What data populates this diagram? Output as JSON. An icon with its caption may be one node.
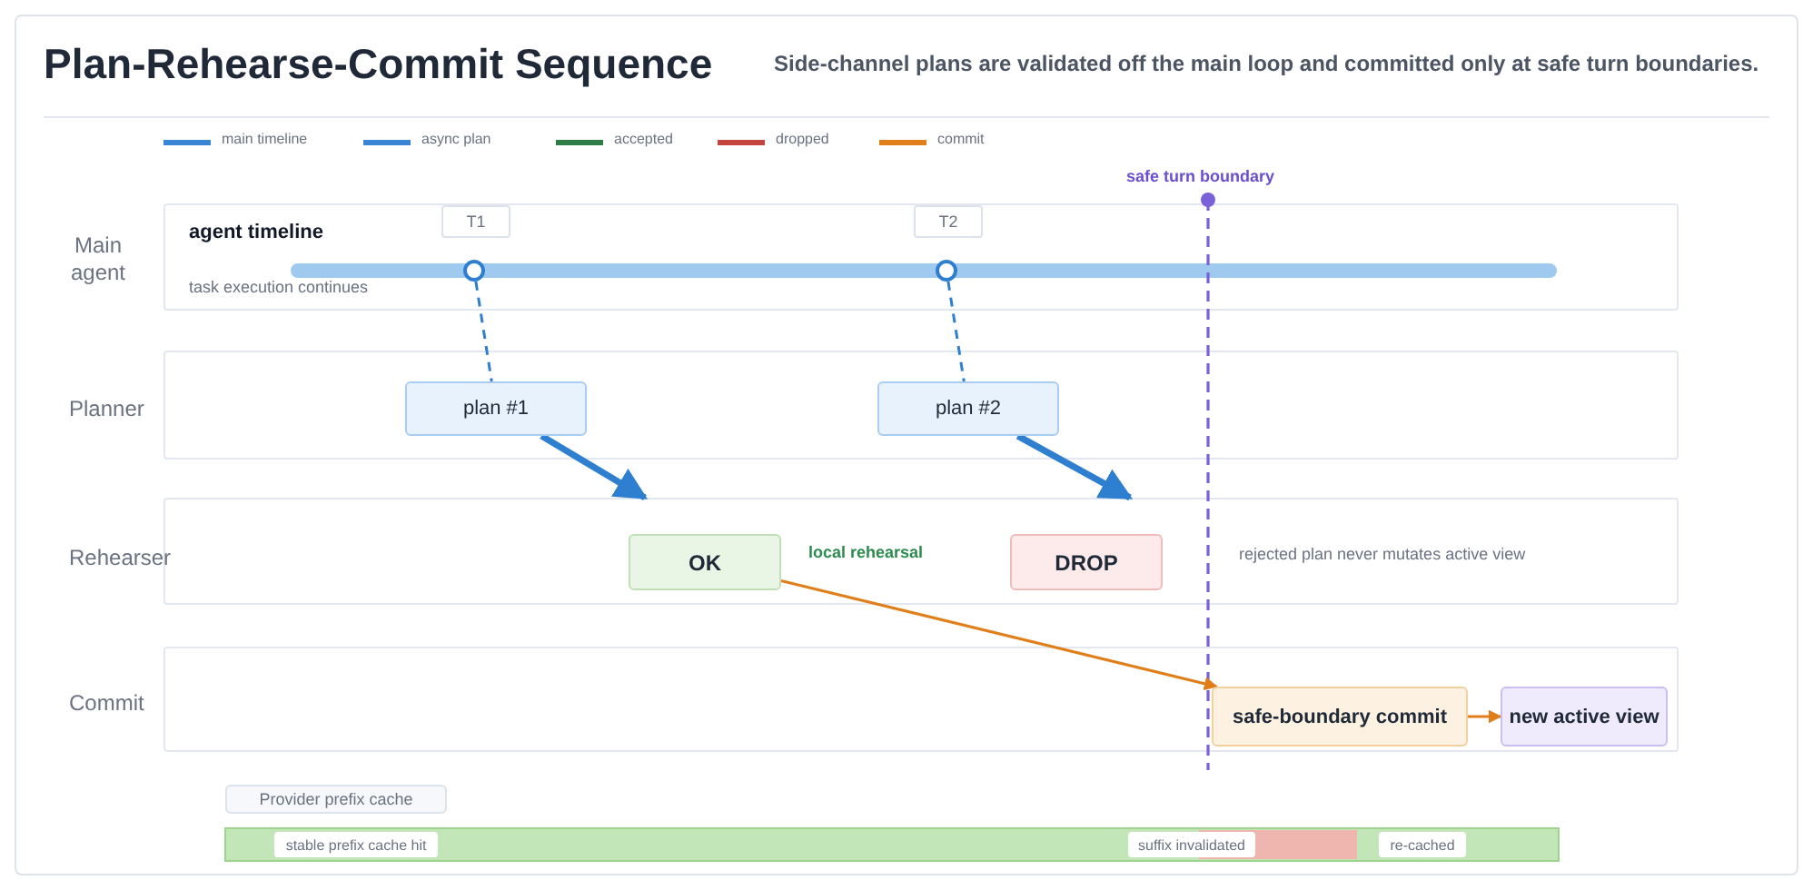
{
  "diagram": {
    "title": "Plan-Rehearse-Commit Sequence",
    "caption": "Side-channel plans are validated off the main loop and committed only at safe turn boundaries.",
    "nodes": [
      {
        "text": [
          "Main agent",
          "agent timeline",
          "task execution continues"
        ]
      },
      {
        "text": [],
        "shape": "circle",
        "in": 0,
        "beside": [
          "T1"
        ]
      },
      {
        "text": [],
        "shape": "circle",
        "in": 0,
        "beside": [
          "T2"
        ]
      },
      {
        "text": [
          "Planner"
        ]
      },
      {
        "text": [
          "plan #1"
        ],
        "in": 3
      },
      {
        "text": [
          "plan #2"
        ],
        "in": 3
      },
      {
        "text": [
          "Rehearser",
          "rejected plan never mutates active view"
        ]
      },
      {
        "text": [
          "OK"
        ],
        "in": 6,
        "beside": [
          "local rehearsal"
        ]
      },
      {
        "text": [
          "DROP"
        ],
        "in": 6
      },
      {
        "text": [
          "Commit"
        ]
      },
      {
        "text": [
          "safe-boundary commit"
        ],
        "in": 9
      },
      {
        "text": [
          "new active view"
        ],
        "in": 9
      }
    ],
    "edges": [
      {
        "from": 1,
        "to": 4,
        "arrow": "none",
        "style": "dashed"
      },
      {
        "from": 2,
        "to": 5,
        "arrow": "none",
        "style": "dashed"
      },
      {
        "from": 4,
        "to": 6,
        "arrow": "to",
        "style": "thick"
      },
      {
        "from": 5,
        "to": 6,
        "arrow": "to",
        "style": "thick"
      },
      {
        "from": 7,
        "to": 10,
        "arrow": "to",
        "color": "#e07f1a"
      },
      {
        "from": 10,
        "to": 11,
        "arrow": "to",
        "color": "#e07f1a"
      }
    ],
    "labels": [
      "safe turn boundary",
      "Provider prefix cache",
      "stable prefix cache hit",
      "suffix invalidated",
      "re-cached"
    ],
    "legend": [
      {
        "text": "main timeline",
        "color": "#3a84d6"
      },
      {
        "text": "async plan",
        "color": "#3a84d6"
      },
      {
        "text": "accepted",
        "color": "#2e7d46"
      },
      {
        "text": "dropped",
        "color": "#c4453f"
      },
      {
        "text": "commit",
        "color": "#e07f1a"
      }
    ]
  }
}
